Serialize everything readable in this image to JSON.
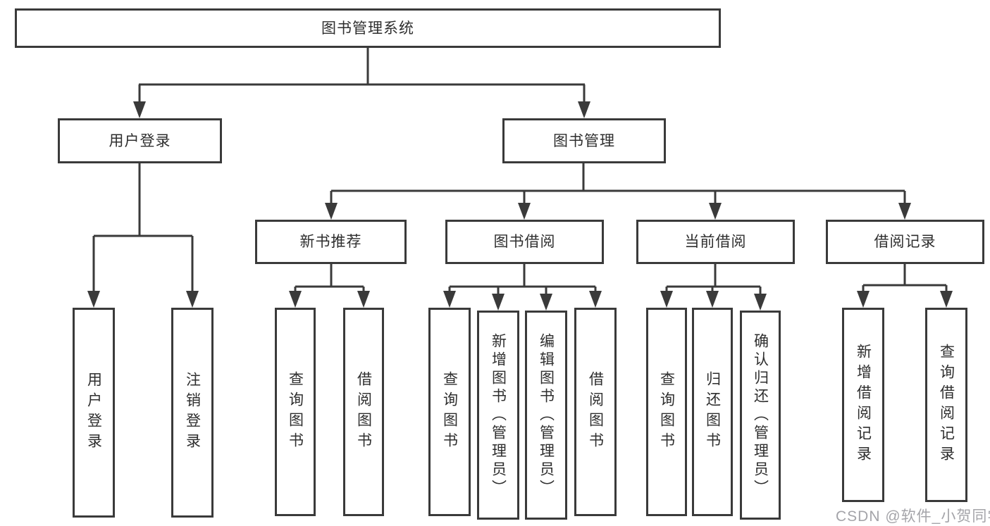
{
  "diagram": {
    "nodes": {
      "root": {
        "label": "图书管理系统"
      },
      "user_login": {
        "label": "用户登录"
      },
      "book_mgmt": {
        "label": "图书管理"
      },
      "new_book_rec": {
        "label": "新书推荐"
      },
      "book_borrow": {
        "label": "图书借阅"
      },
      "current_borrow": {
        "label": "当前借阅"
      },
      "borrow_record": {
        "label": "借阅记录"
      },
      "leaf_user_login": {
        "label": "用户登录"
      },
      "leaf_logout": {
        "label": "注销登录"
      },
      "leaf_query_book_1": {
        "label": "查询图书"
      },
      "leaf_borrow_book_1": {
        "label": "借阅图书"
      },
      "leaf_query_book_2": {
        "label": "查询图书"
      },
      "leaf_add_book": {
        "label": "新增图书（管理员）"
      },
      "leaf_edit_book": {
        "label": "编辑图书（管理员）"
      },
      "leaf_borrow_book_2": {
        "label": "借阅图书"
      },
      "leaf_query_book_3": {
        "label": "查询图书"
      },
      "leaf_return_book": {
        "label": "归还图书"
      },
      "leaf_confirm_return": {
        "label": "确认归还（管理员）"
      },
      "leaf_add_record": {
        "label": "新增借阅记录"
      },
      "leaf_query_record": {
        "label": "查询借阅记录"
      }
    },
    "watermark": "CSDN @软件_小贺同学",
    "colors": {
      "line": "#3a3a3a",
      "text": "#2e2e2e",
      "watermark": "#a4a4a9",
      "background": "#ffffff"
    }
  }
}
